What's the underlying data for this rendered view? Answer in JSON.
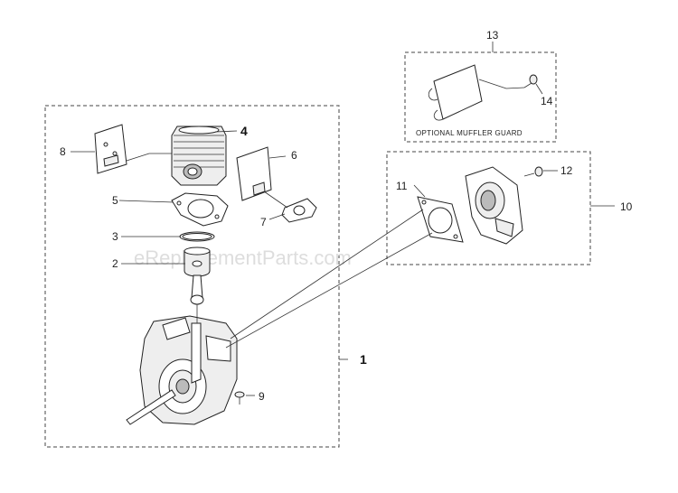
{
  "watermark": "eReplacementParts.com",
  "callouts": {
    "c1": "1",
    "c2": "2",
    "c3": "3",
    "c4": "4",
    "c5": "5",
    "c6": "6",
    "c7": "7",
    "c8": "8",
    "c9": "9",
    "c10": "10",
    "c11": "11",
    "c12": "12",
    "c13": "13",
    "c14": "14"
  },
  "muffler_guard_caption": "OPTIONAL MUFFLER GUARD"
}
